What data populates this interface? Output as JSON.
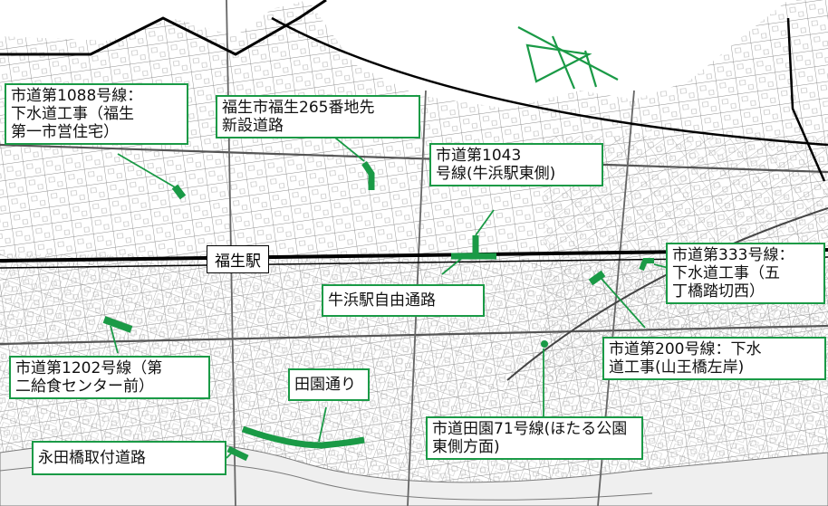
{
  "station": {
    "name": "福生駅"
  },
  "labels": [
    {
      "id": "road-1088",
      "lines": [
        "市道第1088号線：",
        "下水道工事（福生",
        "第一市営住宅）"
      ]
    },
    {
      "id": "road-265",
      "lines": [
        "福生市福生265番地先",
        "新設道路"
      ]
    },
    {
      "id": "road-1043",
      "lines": [
        "市道第1043",
        "号線(牛浜駅東側)"
      ]
    },
    {
      "id": "ushihama-passage",
      "lines": [
        "牛浜駅自由通路"
      ]
    },
    {
      "id": "road-333",
      "lines": [
        "市道第333号線：",
        "下水道工事（五",
        "丁橋踏切西）"
      ]
    },
    {
      "id": "road-200",
      "lines": [
        "市道第200号線：下水",
        "道工事(山王橋左岸)"
      ]
    },
    {
      "id": "road-1202",
      "lines": [
        "市道第1202号線（第",
        "二給食センター前）"
      ]
    },
    {
      "id": "denen-dori",
      "lines": [
        "田園通り"
      ]
    },
    {
      "id": "road-denen71",
      "lines": [
        "市道田園71号線(ほたる公園",
        "東側方面)"
      ]
    },
    {
      "id": "nagata-bridge",
      "lines": [
        "永田橋取付道路"
      ]
    }
  ],
  "colors": {
    "highlight": "#1a9a46",
    "railway": "#000000",
    "streets": "#9a9a9a",
    "river": "#e8e8e8"
  },
  "icons": {
    "north_arrow": "north-arrow-icon"
  }
}
